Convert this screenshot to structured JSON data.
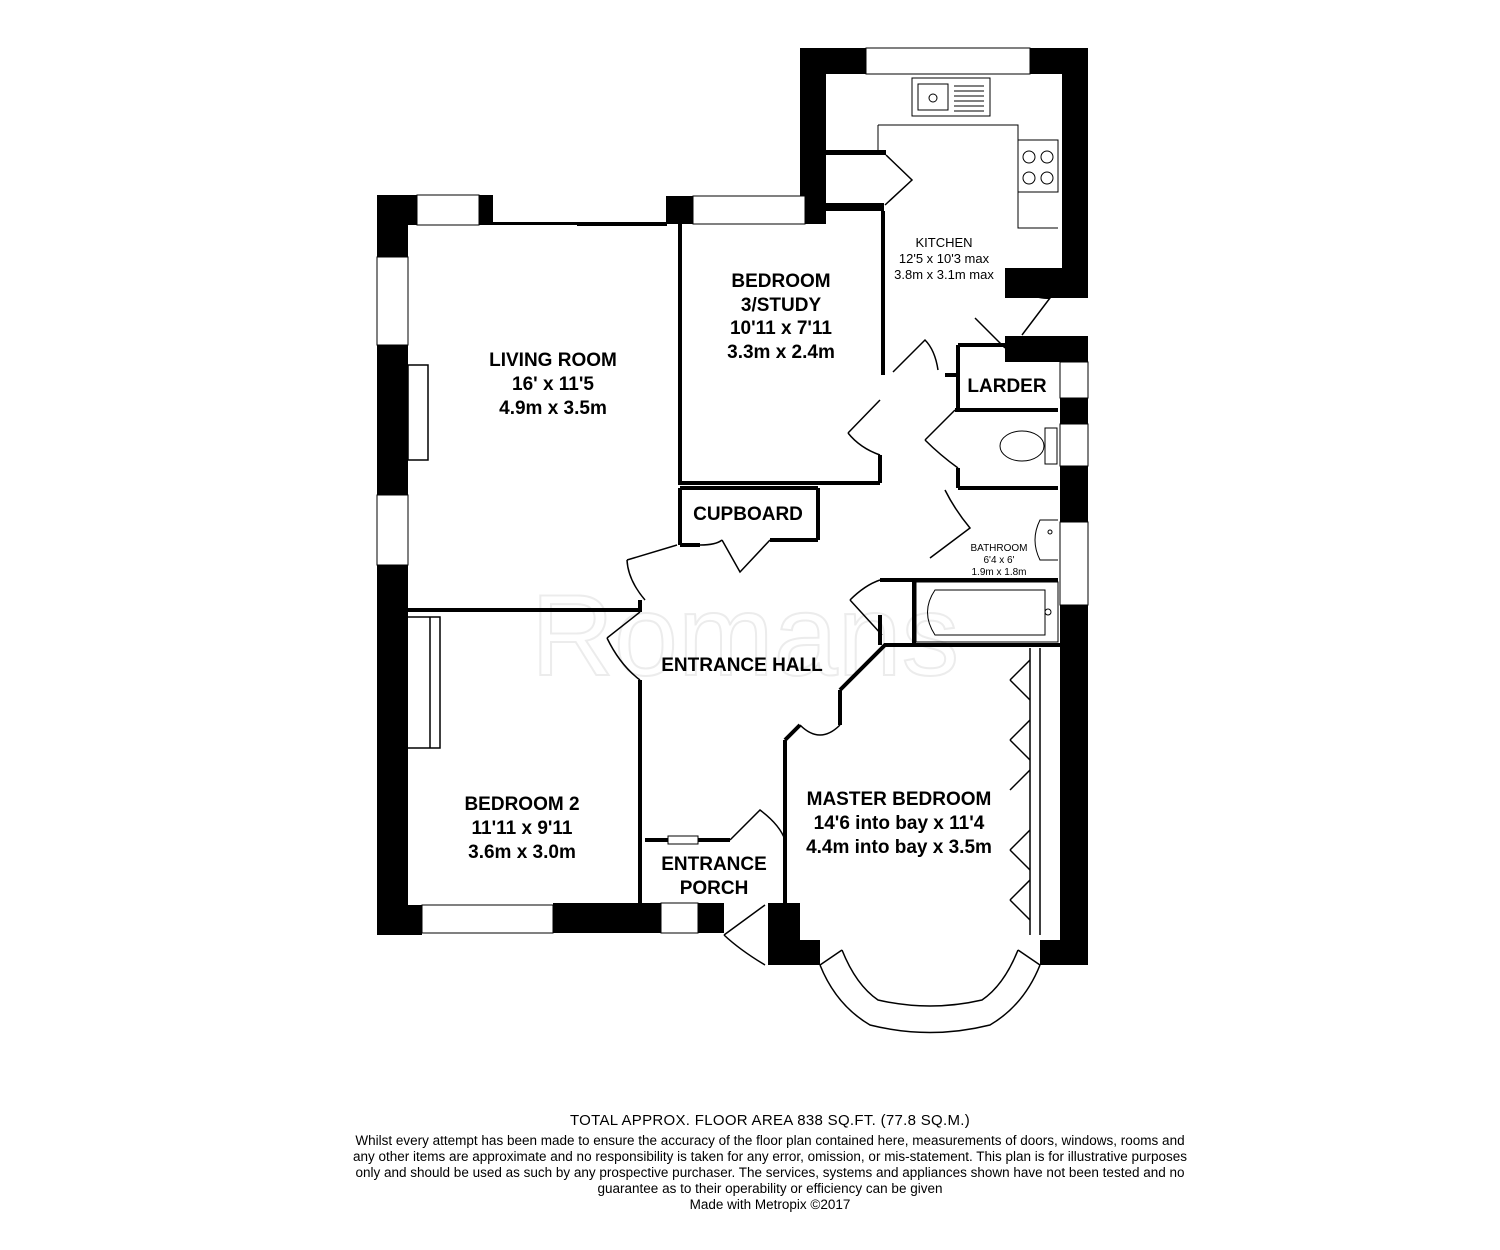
{
  "watermark": "Romans",
  "rooms": {
    "kitchen": {
      "name": "KITCHEN",
      "imperial": "12'5 x 10'3 max",
      "metric": "3.8m x 3.1m max"
    },
    "bedroom3": {
      "name_line1": "BEDROOM",
      "name_line2": "3/STUDY",
      "imperial": "10'11 x 7'11",
      "metric": "3.3m x 2.4m"
    },
    "living": {
      "name": "LIVING ROOM",
      "imperial": "16' x 11'5",
      "metric": "4.9m x 3.5m"
    },
    "larder": {
      "name": "LARDER"
    },
    "cupboard": {
      "name": "CUPBOARD"
    },
    "bathroom": {
      "name": "BATHROOM",
      "imperial": "6'4 x 6'",
      "metric": "1.9m x 1.8m"
    },
    "hall": {
      "name": "ENTRANCE HALL"
    },
    "bedroom2": {
      "name": "BEDROOM 2",
      "imperial": "11'11 x 9'11",
      "metric": "3.6m x 3.0m"
    },
    "master": {
      "name": "MASTER BEDROOM",
      "imperial": "14'6 into bay x 11'4",
      "metric": "4.4m into bay x 3.5m"
    },
    "porch": {
      "name_line1": "ENTRANCE",
      "name_line2": "PORCH"
    }
  },
  "footer": {
    "area": "TOTAL APPROX. FLOOR AREA 838 SQ.FT. (77.8 SQ.M.)",
    "disclaimer": "Whilst every attempt has been made to ensure the accuracy of the floor plan contained here, measurements of doors, windows, rooms and any other items are approximate and no responsibility is taken for any error, omission, or mis-statement. This plan is for illustrative purposes only and should be used as such by any prospective purchaser. The services, systems and appliances shown have not been tested and no guarantee as to their operability or efficiency can be given",
    "credit": "Made with Metropix ©2017"
  }
}
